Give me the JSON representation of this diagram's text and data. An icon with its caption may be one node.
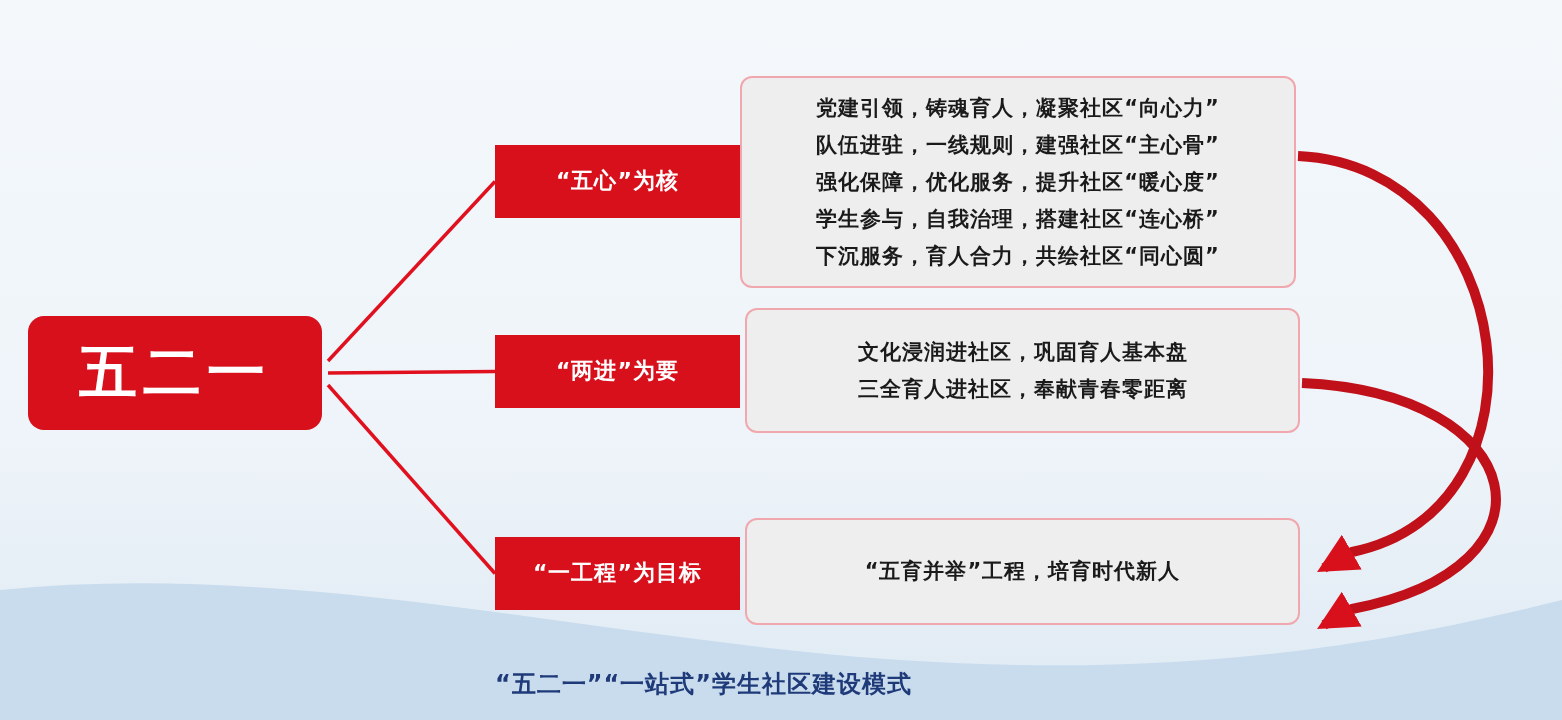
{
  "diagram": {
    "caption": "“五二一”“一站式”学生社区建设模式",
    "nodes": [
      {
        "text": [
          "五二一"
        ]
      },
      {
        "text": [
          "“五心”为核"
        ]
      },
      {
        "text": [
          "“两进”为要"
        ]
      },
      {
        "text": [
          "“一工程”为目标"
        ]
      },
      {
        "text": [
          "党建引领，铸魂育人，凝聚社区“向心力”",
          "队伍进驻，一线规则，建强社区“主心骨”",
          "强化保障，优化服务，提升社区“暖心度”",
          "学生参与，自我治理，搭建社区“连心桥”",
          "下沉服务，育人合力，共绘社区“同心圆”"
        ]
      },
      {
        "text": [
          "文化浸润进社区，巩固育人基本盘",
          "三全育人进社区，奉献青春零距离"
        ]
      },
      {
        "text": [
          "“五育并举”工程，培育时代新人"
        ]
      }
    ],
    "edges": [
      {
        "from": 0,
        "to": 1,
        "arrow": "none"
      },
      {
        "from": 0,
        "to": 2,
        "arrow": "none"
      },
      {
        "from": 0,
        "to": 3,
        "arrow": "none"
      },
      {
        "from": 4,
        "to": 6,
        "arrow": "to",
        "style": "thick"
      },
      {
        "from": 5,
        "to": 6,
        "arrow": "to",
        "style": "thick"
      }
    ]
  }
}
